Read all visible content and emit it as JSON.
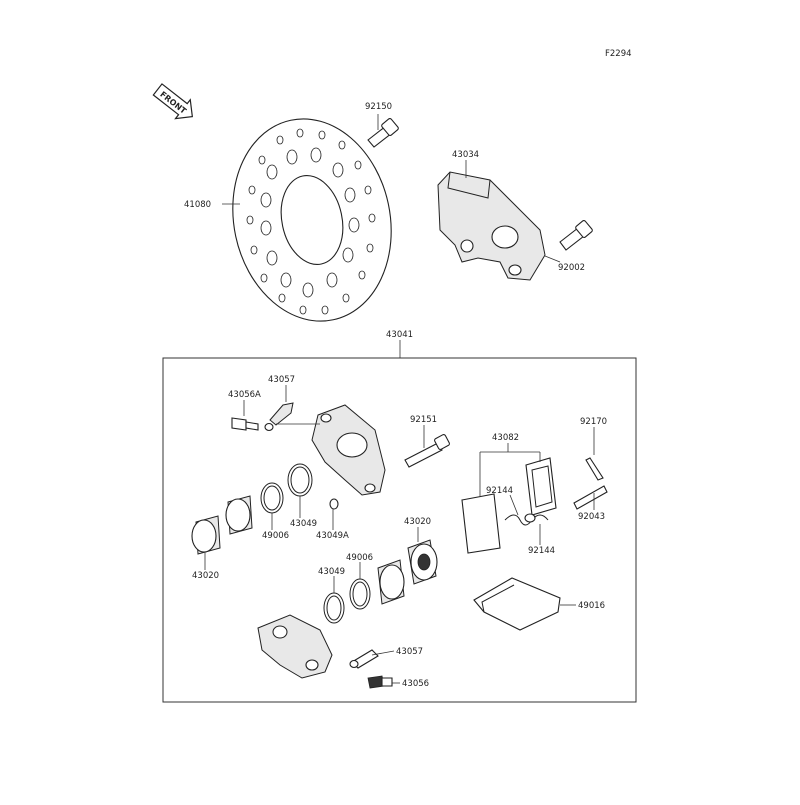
{
  "diagram_code": "F2294",
  "front_label": "FRONT",
  "callouts": {
    "c92150": "92150",
    "c41080": "41080",
    "c43034": "43034",
    "c92002": "92002",
    "c43041": "43041",
    "c43057a": "43057",
    "c43056a": "43056A",
    "c92151": "92151",
    "c43082": "43082",
    "c92170": "92170",
    "c92144a": "92144",
    "c92043": "92043",
    "c92144b": "92144",
    "c43049a": "43049",
    "c49006a": "49006",
    "c43049A": "43049A",
    "c43020a": "43020",
    "c43020b": "43020",
    "c49006b": "49006",
    "c43049b": "43049",
    "c49016": "49016",
    "c43057b": "43057",
    "c43056": "43056"
  }
}
